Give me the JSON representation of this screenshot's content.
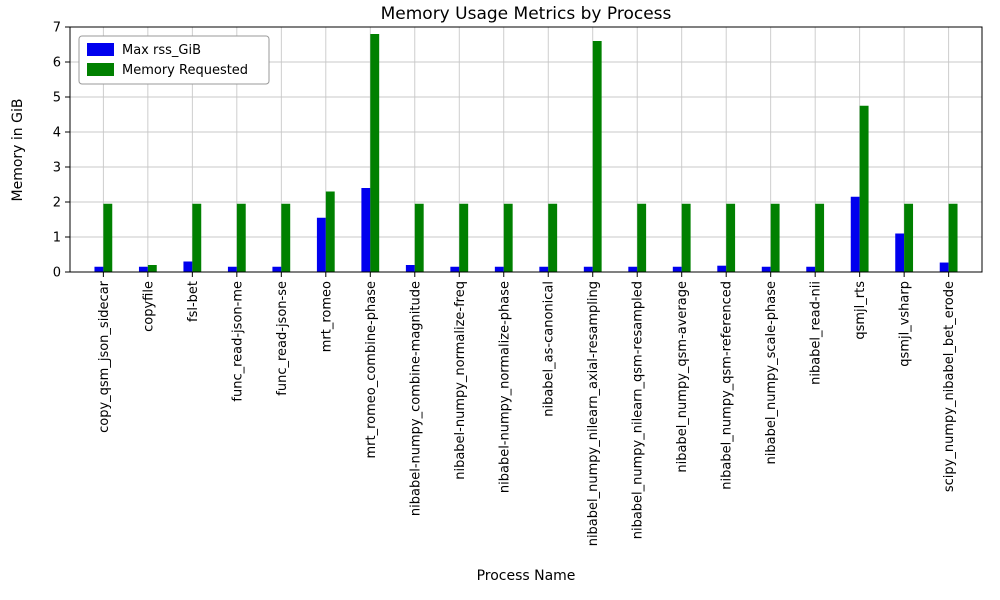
{
  "chart_data": {
    "type": "bar",
    "title": "Memory Usage Metrics by Process",
    "xlabel": "Process Name",
    "ylabel": "Memory in GiB",
    "ylim": [
      0,
      7
    ],
    "yticks": [
      0,
      1,
      2,
      3,
      4,
      5,
      6,
      7
    ],
    "grid": true,
    "legend_position": "upper left",
    "categories": [
      "copy_qsm_json_sidecar",
      "copyfile",
      "fsl-bet",
      "func_read-json-me",
      "func_read-json-se",
      "mrt_romeo",
      "mrt_romeo_combine-phase",
      "nibabel-numpy_combine-magnitude",
      "nibabel-numpy_normalize-freq",
      "nibabel-numpy_normalize-phase",
      "nibabel_as-canonical",
      "nibabel_numpy_nilearn_axial-resampling",
      "nibabel_numpy_nilearn_qsm-resampled",
      "nibabel_numpy_qsm-average",
      "nibabel_numpy_qsm-referenced",
      "nibabel_numpy_scale-phase",
      "nibabel_read-nii",
      "qsmjl_rts",
      "qsmjl_vsharp",
      "scipy_numpy_nibabel_bet_erode"
    ],
    "series": [
      {
        "name": "Max rss_GiB",
        "color": "#0000ee",
        "values": [
          0.15,
          0.15,
          0.3,
          0.15,
          0.15,
          1.55,
          2.4,
          0.2,
          0.15,
          0.15,
          0.15,
          0.15,
          0.15,
          0.15,
          0.18,
          0.15,
          0.15,
          2.15,
          1.1,
          0.27
        ]
      },
      {
        "name": "Memory Requested",
        "color": "#008000",
        "values": [
          1.95,
          0.2,
          1.95,
          1.95,
          1.95,
          2.3,
          6.8,
          1.95,
          1.95,
          1.95,
          1.95,
          6.6,
          1.95,
          1.95,
          1.95,
          1.95,
          1.95,
          4.75,
          1.95,
          1.95
        ]
      }
    ],
    "colors": {
      "grid": "#c8c8c8",
      "axis": "#000000",
      "background": "#ffffff",
      "legend_border": "#999999"
    }
  }
}
